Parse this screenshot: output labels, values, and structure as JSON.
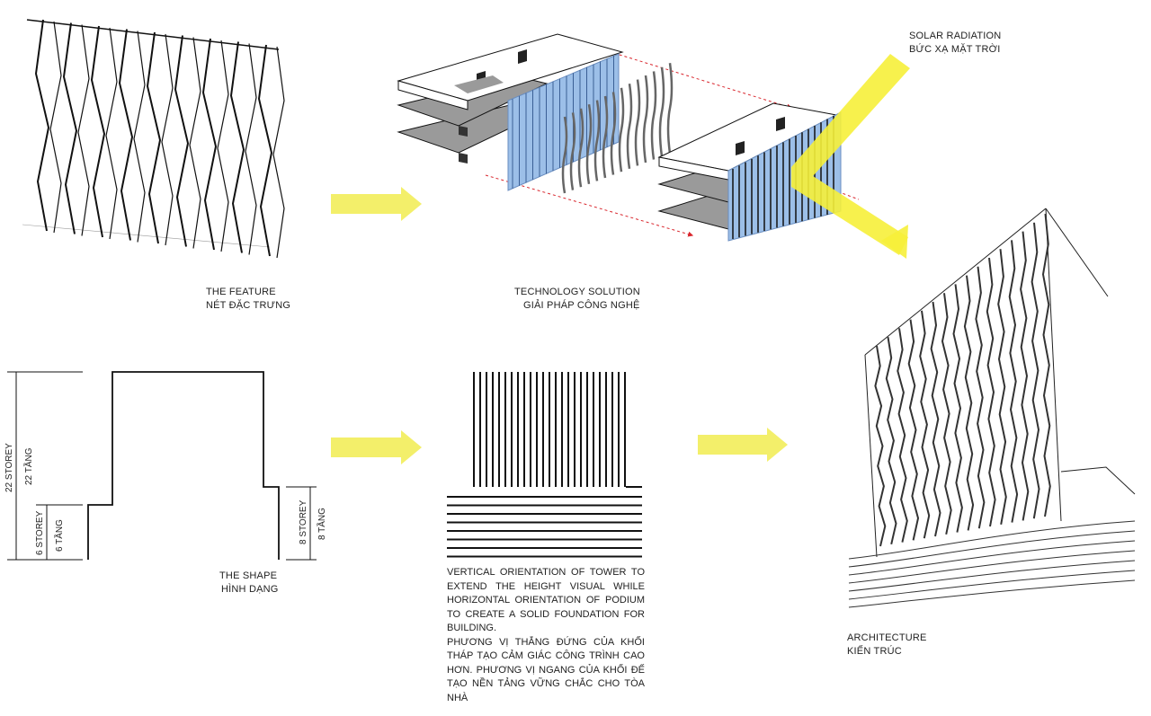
{
  "labels": {
    "feature": {
      "en": "THE FEATURE",
      "vi": "NÉT ĐẶC TRƯNG"
    },
    "technology": {
      "en": "TECHNOLOGY SOLUTION",
      "vi": "GIẢI PHÁP CÔNG NGHỆ"
    },
    "solar": {
      "en": "SOLAR RADIATION",
      "vi": "BỨC XẠ MẶT TRỜI"
    },
    "shape": {
      "en": "THE SHAPE",
      "vi": "HÌNH DẠNG"
    },
    "architecture": {
      "en": "ARCHITECTURE",
      "vi": "KIẾN TRÚC"
    }
  },
  "dimensions": {
    "tower": {
      "en": "22 STOREY",
      "vi": "22 TẦNG"
    },
    "podium_left": {
      "en": "6 STOREY",
      "vi": "6 TẦNG"
    },
    "podium_right": {
      "en": "8 STOREY",
      "vi": "8 TẦNG"
    }
  },
  "description": {
    "en": "VERTICAL ORIENTATION OF TOWER TO EXTEND THE HEIGHT VISUAL WHILE HORIZONTAL ORIENTATION OF PODIUM TO CREATE A SOLID FOUNDATION FOR BUILDING.",
    "vi": "PHƯƠNG VỊ THẲNG ĐỨNG CỦA KHỐI THÁP TẠO CẢM GIÁC CÔNG TRÌNH CAO HƠN. PHƯƠNG VỊ NGANG CỦA KHỐI ĐẾ TẠO NỀN TẢNG VỮNG CHẮC CHO TÒA NHÀ"
  },
  "colors": {
    "arrow_yellow": "#f3ef6a",
    "solar_yellow": "#f6f03a",
    "glass_blue": "#9cbfe8",
    "dash_red": "#d9272e",
    "slab_grey": "#9a9a9a",
    "ink": "#111111"
  },
  "icons": [
    "flow-arrow",
    "solar-ray-arrow"
  ]
}
